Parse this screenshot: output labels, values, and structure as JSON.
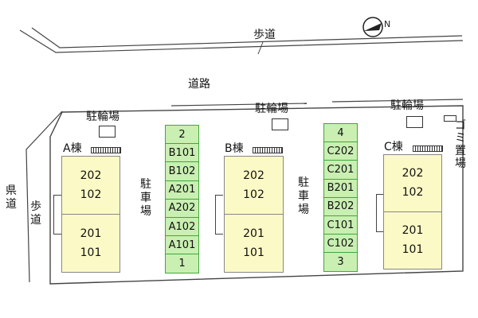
{
  "roads": {
    "sidewalk_top": "歩道",
    "road": "道路",
    "prefectural_road": "県道",
    "sidewalk_left": "歩道"
  },
  "compass": {
    "north_label": "N",
    "icon": "north-arrow-icon"
  },
  "bicycle_parking": {
    "label": "駐輪場"
  },
  "garbage": {
    "label": "ゴミ置場"
  },
  "parking": {
    "label": "駐車場"
  },
  "buildings": [
    {
      "name": "A棟",
      "upper": [
        "202",
        "102"
      ],
      "lower": [
        "201",
        "101"
      ]
    },
    {
      "name": "B棟",
      "upper": [
        "202",
        "102"
      ],
      "lower": [
        "201",
        "101"
      ]
    },
    {
      "name": "C棟",
      "upper": [
        "202",
        "102"
      ],
      "lower": [
        "201",
        "101"
      ]
    }
  ],
  "parking_columns": [
    [
      "2",
      "B101",
      "B102",
      "A201",
      "A202",
      "A102",
      "A101",
      "1"
    ],
    [
      "4",
      "C202",
      "C201",
      "B201",
      "B202",
      "C101",
      "C102",
      "3"
    ]
  ],
  "colors": {
    "parking_fill": "#c9efb2",
    "parking_border": "#3fa83a",
    "building_fill": "#fbf9c6"
  }
}
